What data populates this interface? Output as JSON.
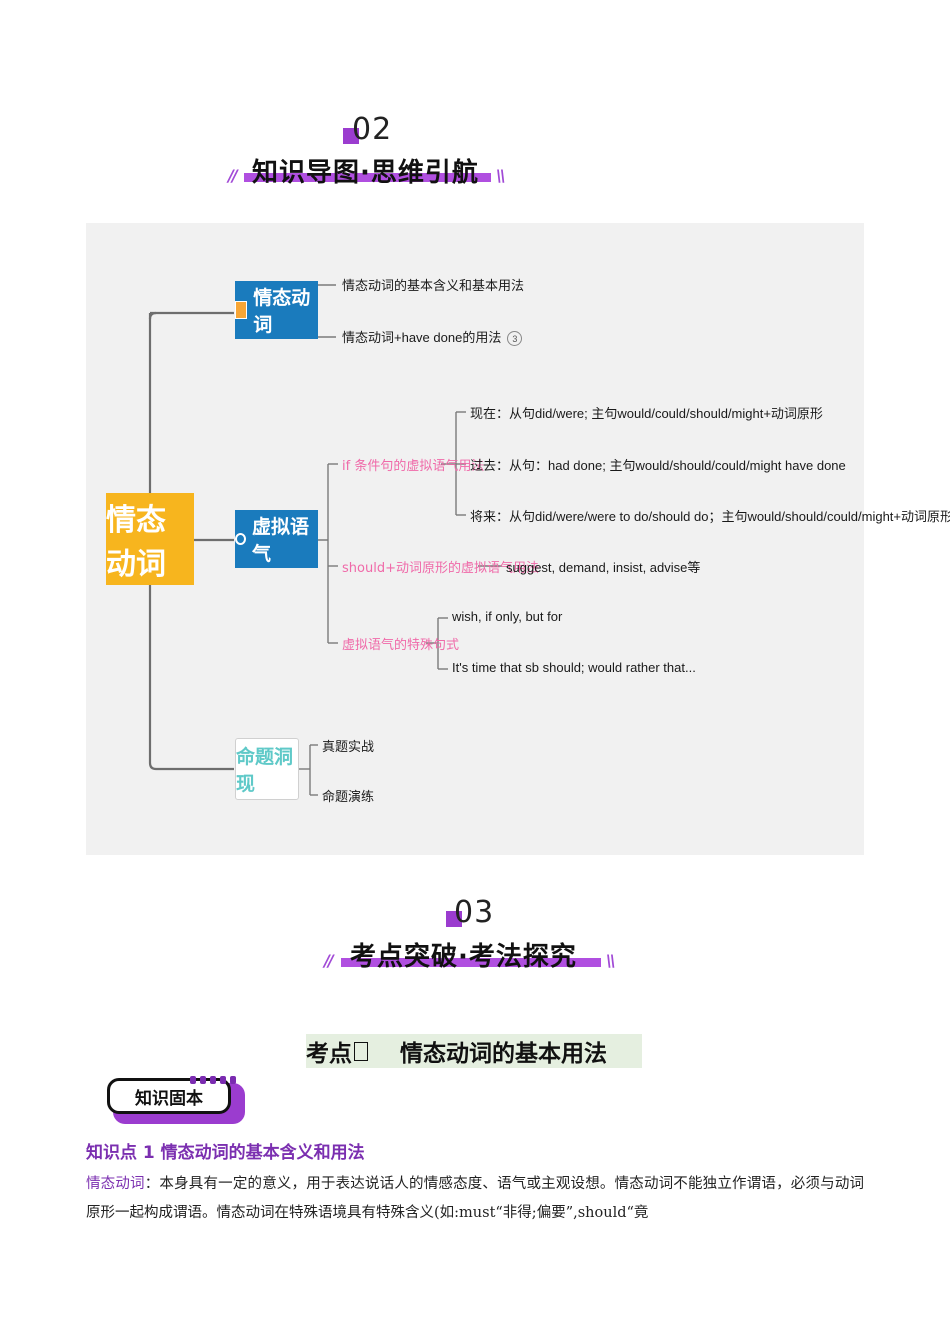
{
  "section2": {
    "number": "02",
    "title": "知识导图·思维引航",
    "slash_left": "//",
    "slash_right": "\\\\"
  },
  "mindmap": {
    "root": "情态动词",
    "branch1": {
      "label": "情态动词",
      "items": [
        "情态动词的基本含义和基本用法",
        "情态动词+have done的用法"
      ],
      "badge": "3"
    },
    "branch2": {
      "label": "虚拟语气",
      "sub1": {
        "label": "if 条件句的虚拟语气用法",
        "items": [
          "现在：从句did/were; 主句would/could/should/might+动词原形",
          "过去：从句：had done; 主句would/should/could/might have done",
          "将来：从句did/were/were to do/should do；主句would/should/could/might+动词原形"
        ]
      },
      "sub2": {
        "label": "should+动词原形的虚拟语气用法",
        "item": "suggest, demand, insist, advise等"
      },
      "sub3": {
        "label": "虚拟语气的特殊句式",
        "items": [
          "wish, if only, but for",
          "It's time that sb should; would rather that..."
        ]
      }
    },
    "branch3": {
      "label": "命题洞现",
      "items": [
        "真题实战",
        "命题演练"
      ]
    }
  },
  "section3": {
    "number": "03",
    "title": "考点突破·考法探究",
    "slash_left": "//",
    "slash_right": "\\\\"
  },
  "kaodian": {
    "label": "考点",
    "title": "情态动词的基本用法"
  },
  "tag": {
    "label": "知识固本"
  },
  "knowledge_point": {
    "title": "知识点 1  情态动词的基本含义和用法"
  },
  "paragraph": {
    "term": "情态动词",
    "text": "：本身具有一定的意义，用于表达说话人的情感态度、语气或主观设想。情态动词不能独立作谓语，必须与动词原形一起构成谓语。情态动词在特殊语境具有特殊含义(如:must“非得;偏要”,should“竟"
  }
}
